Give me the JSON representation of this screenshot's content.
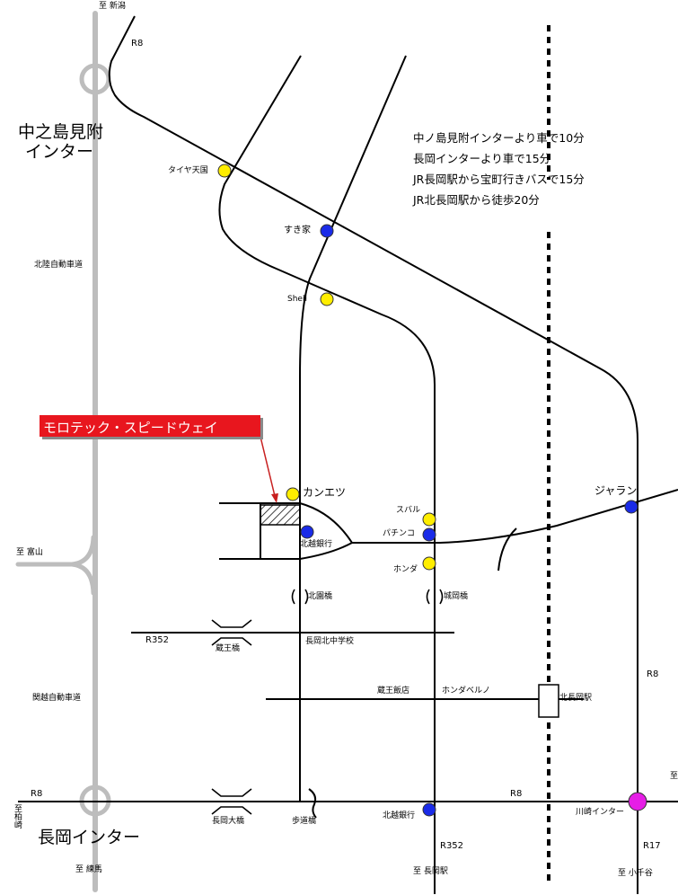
{
  "labels": {
    "to_niigata": "至 新潟",
    "r8_top": "R8",
    "nakanoshima_line1": "中之島見附",
    "nakanoshima_line2": "インター",
    "hokuriku_expressway": "北陸自動車道",
    "to_toyama": "至 富山",
    "kanetsu_expressway": "関越自動車道",
    "r8_left": "R8",
    "to_kashiwazaki": "至柏崎",
    "nagaoka_ic": "長岡インター",
    "to_nerima": "至 練馬",
    "taiya_tengoku": "タイヤ天国",
    "sukiya": "すき家",
    "shell": "Shell",
    "kanetsu": "カンエツ",
    "hokuetsu_bank_1": "北越銀行",
    "subaru": "スバル",
    "pachinko": "パチンコ",
    "honda": "ホンダ",
    "jaran": "ジャラン",
    "kitazono_bridge": "北園橋",
    "jooka_bridge": "城岡橋",
    "r352_left": "R352",
    "zao_bridge": "蔵王橋",
    "nagaoka_kita_jhs": "長岡北中学校",
    "zao_hanten": "蔵王飯店",
    "honda_verno": "ホンダベルノ",
    "kita_nagaoka_station": "北長岡駅",
    "r8_right_vertical": "R8",
    "r8_bottom": "R8",
    "nagaoka_ohashi": "長岡大橋",
    "hodokyo": "歩道橋",
    "hokuetsu_bank_2": "北越銀行",
    "kawasaki_ic": "川崎インター",
    "r352_bottom": "R352",
    "to_nagaoka_station": "至 長岡駅",
    "r17": "R17",
    "to_ojiya": "至 小千谷",
    "edge_vertical": "至"
  },
  "directions": [
    "中ノ島見附インターより車で10分",
    "長岡インターより車で15分",
    "JR長岡駅から宝町行きバスで15分",
    "JR北長岡駅から徒歩20分"
  ],
  "banner": {
    "text": "モロテック・スピードウェイ"
  },
  "colors": {
    "road": "#000000",
    "expressway": "#bdbdbd",
    "railway": "#000000",
    "banner_bg": "#e8161e",
    "banner_text": "#ffffff",
    "arrow": "#c82020",
    "marker_yellow": "#ffee00",
    "marker_blue": "#1a2be8",
    "marker_magenta": "#e61ee6"
  },
  "markers": [
    {
      "name": "taiya-tengoku-marker",
      "color": "yellow"
    },
    {
      "name": "sukiya-marker",
      "color": "blue"
    },
    {
      "name": "shell-marker",
      "color": "yellow"
    },
    {
      "name": "kanetsu-marker",
      "color": "yellow"
    },
    {
      "name": "hokuetsu-bank-marker",
      "color": "blue"
    },
    {
      "name": "subaru-marker",
      "color": "yellow"
    },
    {
      "name": "pachinko-marker",
      "color": "blue"
    },
    {
      "name": "honda-marker",
      "color": "yellow"
    },
    {
      "name": "jaran-marker",
      "color": "blue"
    },
    {
      "name": "hokuetsu-bank-2-marker",
      "color": "blue"
    },
    {
      "name": "kawasaki-ic-marker",
      "color": "magenta"
    }
  ]
}
